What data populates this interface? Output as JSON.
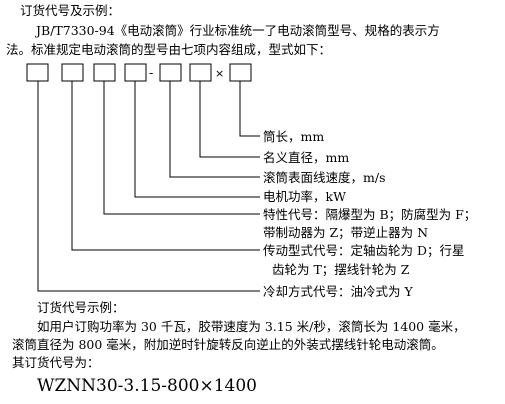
{
  "header": {
    "title": "订货代号及示例：",
    "intro_line1": "JB/T7330-94《电动滚筒》行业标准统一了电动滚筒型号、规格的表示方",
    "intro_line2": "法。标准规定电动滚筒的型号由七项内容组成，型式如下："
  },
  "diagram": {
    "dash": "-",
    "times": "×",
    "labels": [
      "筒长，mm",
      "名义直径，mm",
      "滚筒表面线速度，m/s",
      "电机功率，kW",
      "特性代号：隔爆型为 B；防腐型为 F；",
      "带制动器为 Z；带逆止器为 N",
      "传动型式代号：定轴齿轮为 D；行星",
      "齿轮为 T；摆线针轮为 Z",
      "冷却方式代号：油冷式为 Y"
    ]
  },
  "example": {
    "heading": "订货代号示例：",
    "line1": "如用户订购功率为 30 千瓦，胶带速度为 3.15 米/秒，滚筒长为 1400 毫米，",
    "line2": "滚筒直径为 800 毫米，附加逆时针旋转反向逆止的外装式摆线针轮电动滚筒。",
    "line3": "其订货代号为：",
    "code": "WZNN30-3.15-800×1400"
  }
}
